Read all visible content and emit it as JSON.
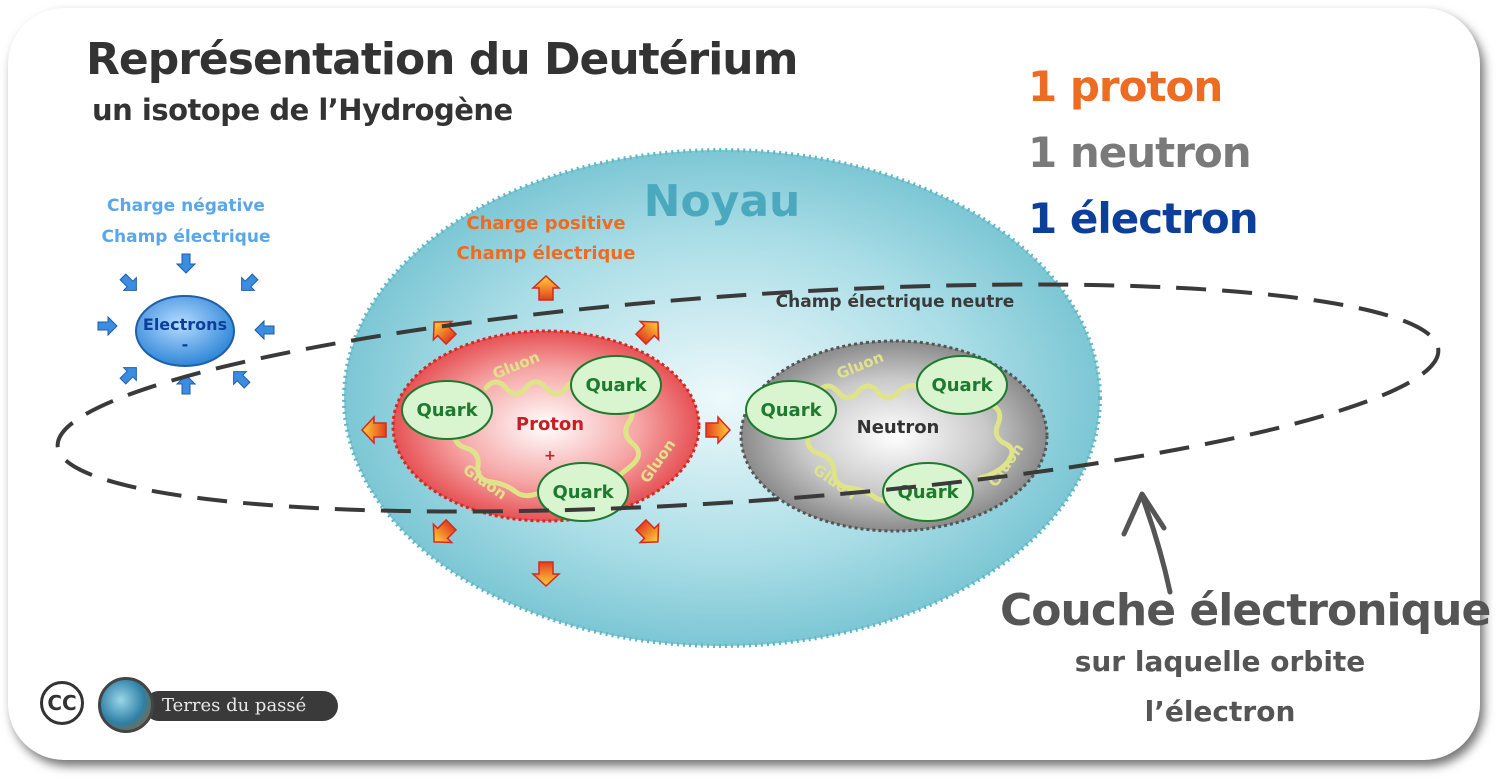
{
  "title": "Représentation du Deutérium",
  "subtitle": "un isotope de l’Hydrogène",
  "legend": {
    "proton": {
      "text": "1 proton",
      "color": "#ee6b22"
    },
    "neutron": {
      "text": "1 neutron",
      "color": "#7a7a7a"
    },
    "electron": {
      "text": "1 électron",
      "color": "#0b3f9a"
    }
  },
  "nucleus": {
    "label": "Noyau",
    "color": "#4aa9be"
  },
  "proton": {
    "charge_line1": "Charge positive",
    "charge_line2": "Champ électrique",
    "label": "Proton",
    "sign": "+",
    "color": "#e8454a",
    "quarks": [
      "Quark",
      "Quark",
      "Quark"
    ],
    "gluons": [
      "Gluon",
      "Gluon",
      "Gluon"
    ]
  },
  "neutron": {
    "field_label": "Champ électrique neutre",
    "label": "Neutron",
    "color": "#8c8c8c",
    "quarks": [
      "Quark",
      "Quark",
      "Quark"
    ],
    "gluons": [
      "Gluon",
      "Gluon",
      "Gluon"
    ]
  },
  "electron": {
    "charge_line1": "Charge négative",
    "charge_line2": "Champ électrique",
    "label": "Electrons",
    "sign": "-",
    "color": "#2f86d8"
  },
  "shell": {
    "title": "Couche électronique",
    "line1": "sur laquelle orbite",
    "line2": "l’électron"
  },
  "credit": {
    "cc": "CC",
    "name": "Terres du passé"
  },
  "colors": {
    "quark_fill": "#d8f5cf",
    "quark_text": "#1e7a2e",
    "gluon": "#dfe38a",
    "arrow_orange": "#f08a1c",
    "arrow_red": "#d8281e"
  }
}
